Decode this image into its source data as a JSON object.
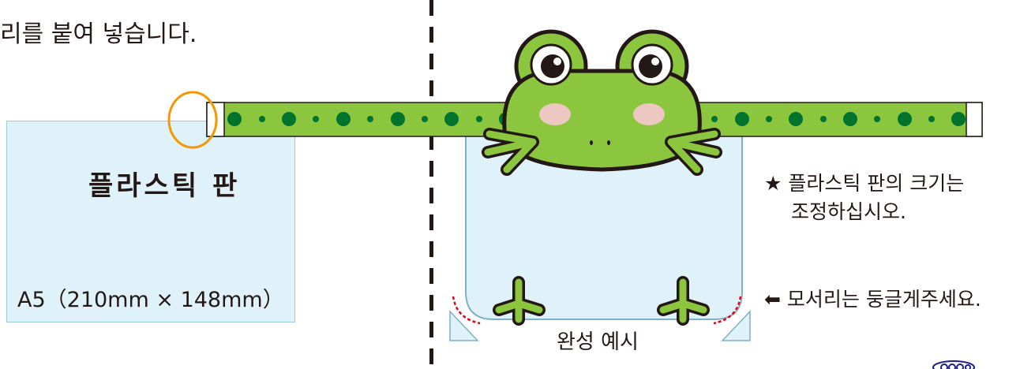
{
  "instruction_text": "리를 붙여 넣습니다.",
  "plate": {
    "title": "플라스틱 판",
    "size": "A5（210mm × 148mm）"
  },
  "notes": {
    "line1": "★ 플라스틱 판의 크기는",
    "line2": "조정하십시오.",
    "corner_arrow": "⬅",
    "corner": "모서리는 둥글게주세요."
  },
  "caption": "완성 예시",
  "colors": {
    "band": "#8cc63f",
    "dots": "#00742d",
    "plate": "#dff1f9",
    "frog_skin": "#8cc63f",
    "marker": "#f39800",
    "corner_mark": "#e60012"
  }
}
